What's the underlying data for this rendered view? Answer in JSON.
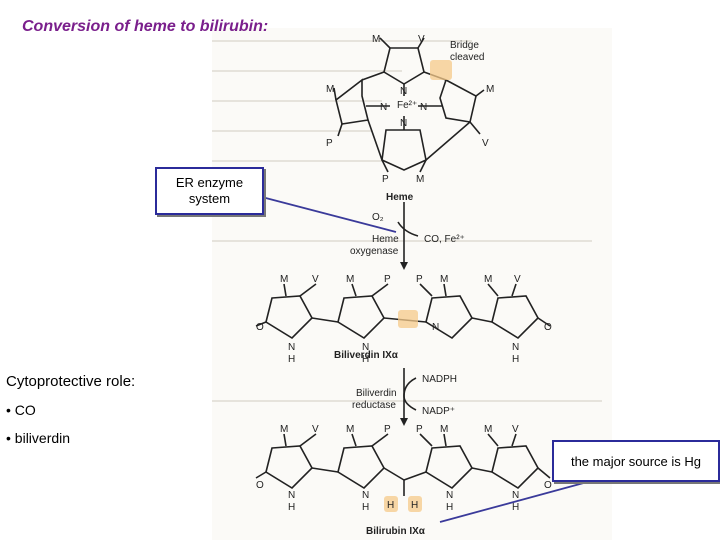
{
  "slide": {
    "title": "Conversion of heme to bilirubin:",
    "er_line1": "ER enzyme",
    "er_line2": "system",
    "cyto_heading": "Cytoprotective role:",
    "bullets": [
      "• CO",
      "• biliverdin"
    ],
    "note": "the major source is Hg"
  },
  "figure": {
    "bridge_line1": "Bridge",
    "bridge_line2": "cleaved",
    "heme": "Heme",
    "o2": "O₂",
    "heme_oxy1": "Heme",
    "heme_oxy2": "oxygenase",
    "co_fe": "CO, Fe²⁺",
    "fe": "Fe²⁺",
    "biliverdin": "Biliverdin IXα",
    "nadph": "NADPH",
    "bv_red1": "Biliverdin",
    "bv_red2": "reductase",
    "nadp": "NADP⁺",
    "bilirubin": "Bilirubin IXα",
    "sub_m": "M",
    "sub_v": "V",
    "sub_p": "P",
    "atom_n": "N",
    "atom_h": "H",
    "atom_o": "O"
  },
  "colors": {
    "title": "#7a1f8c",
    "callout_border": "#2b2b9a",
    "highlight": "#f5c98a",
    "arrow": "#3a3a9a"
  }
}
